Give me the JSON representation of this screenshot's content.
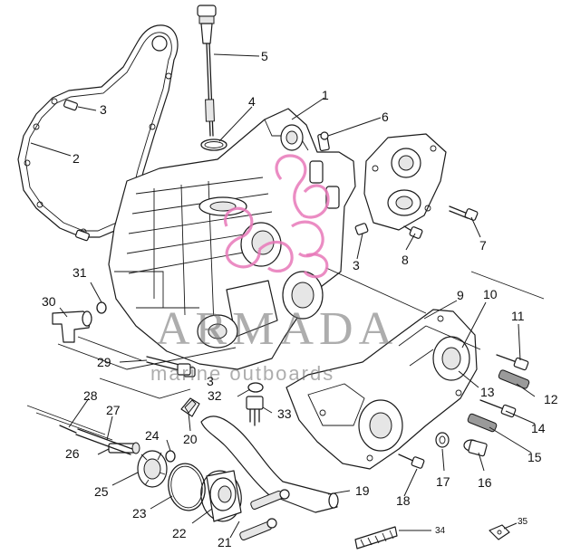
{
  "diagram": {
    "callouts": [
      {
        "id": "c1",
        "label": "1"
      },
      {
        "id": "c2",
        "label": "2"
      },
      {
        "id": "c3a",
        "label": "3"
      },
      {
        "id": "c3b",
        "label": "3"
      },
      {
        "id": "c3c",
        "label": "3"
      },
      {
        "id": "c4",
        "label": "4"
      },
      {
        "id": "c5",
        "label": "5"
      },
      {
        "id": "c6",
        "label": "6"
      },
      {
        "id": "c7",
        "label": "7"
      },
      {
        "id": "c8",
        "label": "8"
      },
      {
        "id": "c9",
        "label": "9"
      },
      {
        "id": "c10",
        "label": "10"
      },
      {
        "id": "c11",
        "label": "11"
      },
      {
        "id": "c12",
        "label": "12"
      },
      {
        "id": "c13",
        "label": "13"
      },
      {
        "id": "c14",
        "label": "14"
      },
      {
        "id": "c15",
        "label": "15"
      },
      {
        "id": "c16",
        "label": "16"
      },
      {
        "id": "c17",
        "label": "17"
      },
      {
        "id": "c18",
        "label": "18"
      },
      {
        "id": "c19",
        "label": "19"
      },
      {
        "id": "c20",
        "label": "20"
      },
      {
        "id": "c21",
        "label": "21"
      },
      {
        "id": "c22",
        "label": "22"
      },
      {
        "id": "c23",
        "label": "23"
      },
      {
        "id": "c24",
        "label": "24"
      },
      {
        "id": "c25",
        "label": "25"
      },
      {
        "id": "c26",
        "label": "26"
      },
      {
        "id": "c27",
        "label": "27"
      },
      {
        "id": "c28",
        "label": "28"
      },
      {
        "id": "c29",
        "label": "29"
      },
      {
        "id": "c30",
        "label": "30"
      },
      {
        "id": "c31",
        "label": "31"
      },
      {
        "id": "c32",
        "label": "32"
      },
      {
        "id": "c33",
        "label": "33"
      },
      {
        "id": "c34",
        "label": "34"
      },
      {
        "id": "c35",
        "label": "35"
      }
    ]
  },
  "watermark": {
    "brand": "ARMADA",
    "tagline": "marine outboards",
    "logo_color": "#e878b8"
  }
}
